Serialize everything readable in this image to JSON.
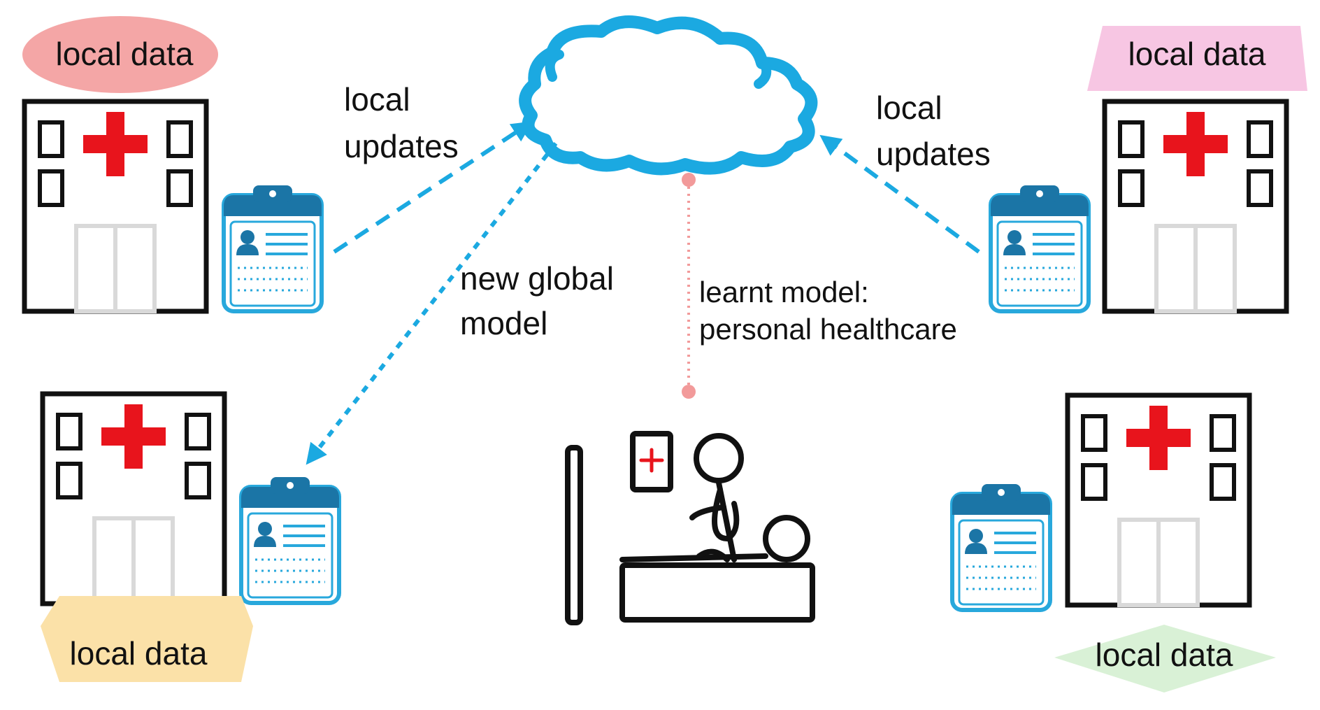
{
  "labels": {
    "local_data_top_left": "local data",
    "local_data_top_right": "local data",
    "local_data_bottom_left": "local data",
    "local_data_bottom_right": "local data",
    "local_updates_left_line1": "local",
    "local_updates_left_line2": "updates",
    "local_updates_right_line1": "local",
    "local_updates_right_line2": "updates",
    "new_global_model_line1": "new global",
    "new_global_model_line2": "model",
    "learnt_model_line1": "learnt model:",
    "learnt_model_line2": "personal healthcare"
  },
  "colors": {
    "cloud": "#1ba9e1",
    "arrow": "#1ba9e1",
    "hospital_outline": "#111111",
    "red_cross": "#e8141c",
    "door": "#d9d9d9",
    "clipboard": "#1b75a6",
    "clipboard_light": "#28a8dc",
    "badge_top_left": "#f4a6a6",
    "badge_top_right": "#f7c6e3",
    "badge_bottom_left": "#fbe1a8",
    "badge_bottom_right": "#d9f1d6",
    "dotted_link": "#f29a9a"
  },
  "icons": [
    "cloud-icon",
    "hospital-icon",
    "clipboard-icon",
    "doctor-patient-icon"
  ]
}
